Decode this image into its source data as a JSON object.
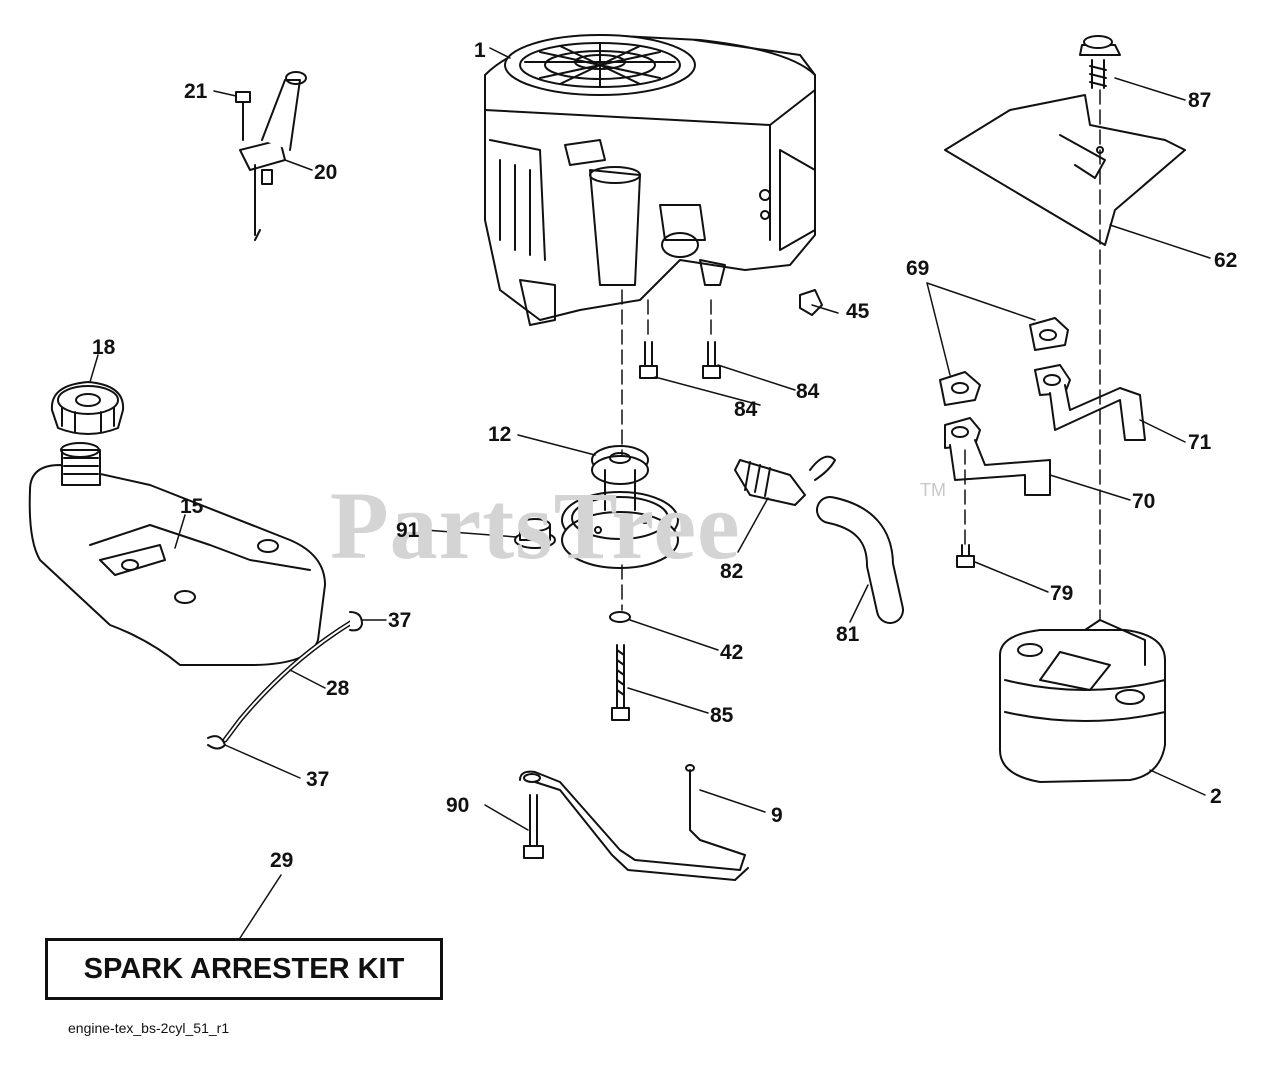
{
  "watermark": {
    "text": "PartsTree",
    "trademark": "TM"
  },
  "kit_label": "SPARK ARRESTER KIT",
  "caption": "engine-tex_bs-2cyl_51_r1",
  "callouts": {
    "c1": "1",
    "c21": "21",
    "c20": "20",
    "c18": "18",
    "c15": "15",
    "c91": "91",
    "c37a": "37",
    "c28": "28",
    "c37b": "37",
    "c12": "12",
    "c42": "42",
    "c85": "85",
    "c84a": "84",
    "c84b": "84",
    "c45": "45",
    "c82": "82",
    "c81": "81",
    "c90": "90",
    "c9": "9",
    "c29": "29",
    "c87": "87",
    "c62": "62",
    "c69": "69",
    "c71": "71",
    "c70": "70",
    "c79": "79",
    "c2": "2"
  }
}
